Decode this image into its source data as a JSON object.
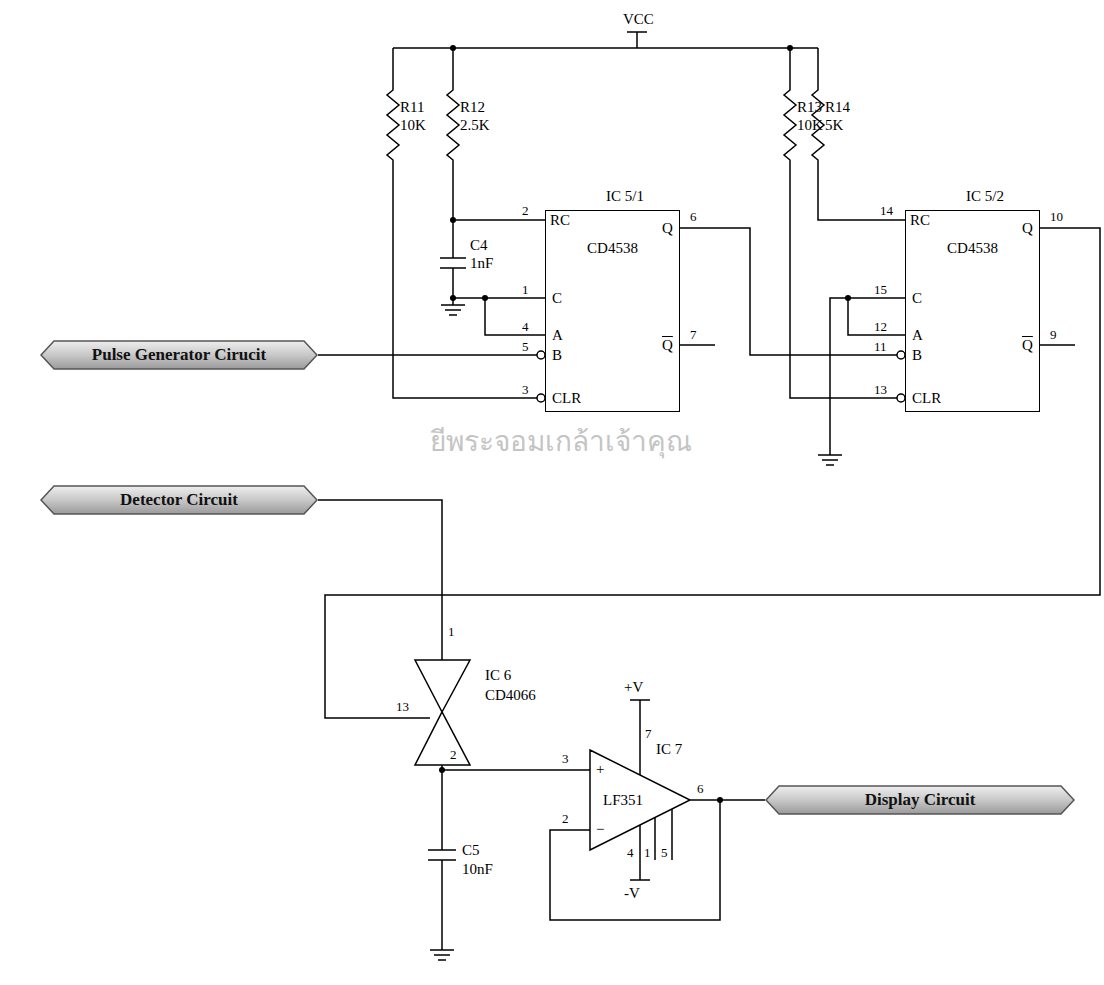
{
  "diagram": {
    "nodes": [
      {
        "text": [
          "IC 5/1",
          "CD4538"
        ]
      },
      {
        "text": [
          "IC 5/2",
          "CD4538"
        ]
      },
      {
        "text": [
          "Pulse Generator Cirucit"
        ]
      },
      {
        "text": [
          "Detector Circuit"
        ]
      },
      {
        "text": [
          "Display Circuit"
        ]
      }
    ],
    "edges": [
      {
        "from": 2,
        "to": 0,
        "arrow": "none"
      },
      {
        "from": 0,
        "to": 1,
        "arrow": "none"
      }
    ],
    "labels": [
      "VCC",
      "R11",
      "10K",
      "R12",
      "2.5K",
      "C4",
      "1nF",
      "2",
      "1",
      "4",
      "5",
      "3",
      "RC",
      "Q",
      "6",
      "C",
      "A",
      "B",
      "CLR",
      "Q",
      "7",
      "R13",
      "10K",
      "R14",
      "5K",
      "14",
      "15",
      "12",
      "11",
      "13",
      "RC",
      "Q",
      "10",
      "C",
      "A",
      "B",
      "CLR",
      "Q",
      "9",
      "1",
      "13",
      "IC 6",
      "CD4066",
      "2",
      "C5",
      "10nF",
      "3",
      "2",
      "+",
      "−",
      "+V",
      "7",
      "-V",
      "4",
      "1",
      "5",
      "6",
      "IC 7",
      "LF351",
      "ยีพระจอมเกล้าเจ้าคุณ"
    ]
  }
}
